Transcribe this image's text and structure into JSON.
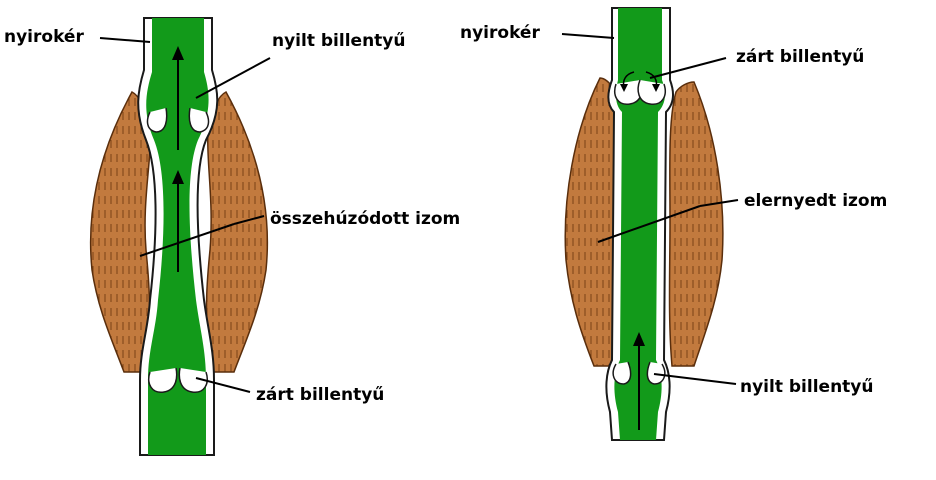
{
  "left_panel": {
    "label_vessel": "nyirokér",
    "label_open_valve": "nyilt billentyű",
    "label_muscle": "összehúzódott izom",
    "label_closed_valve": "zárt billentyű"
  },
  "right_panel": {
    "label_vessel": "nyirokér",
    "label_closed_valve": "zárt billentyű",
    "label_muscle": "elernyedt izom",
    "label_open_valve": "nyilt billentyű"
  },
  "colors": {
    "lymph_fill": "#129a1a",
    "vessel_wall": "#ffffff",
    "outline": "#1a1a1a",
    "muscle": "#c27a3e",
    "muscle_dark": "#7a4216"
  }
}
